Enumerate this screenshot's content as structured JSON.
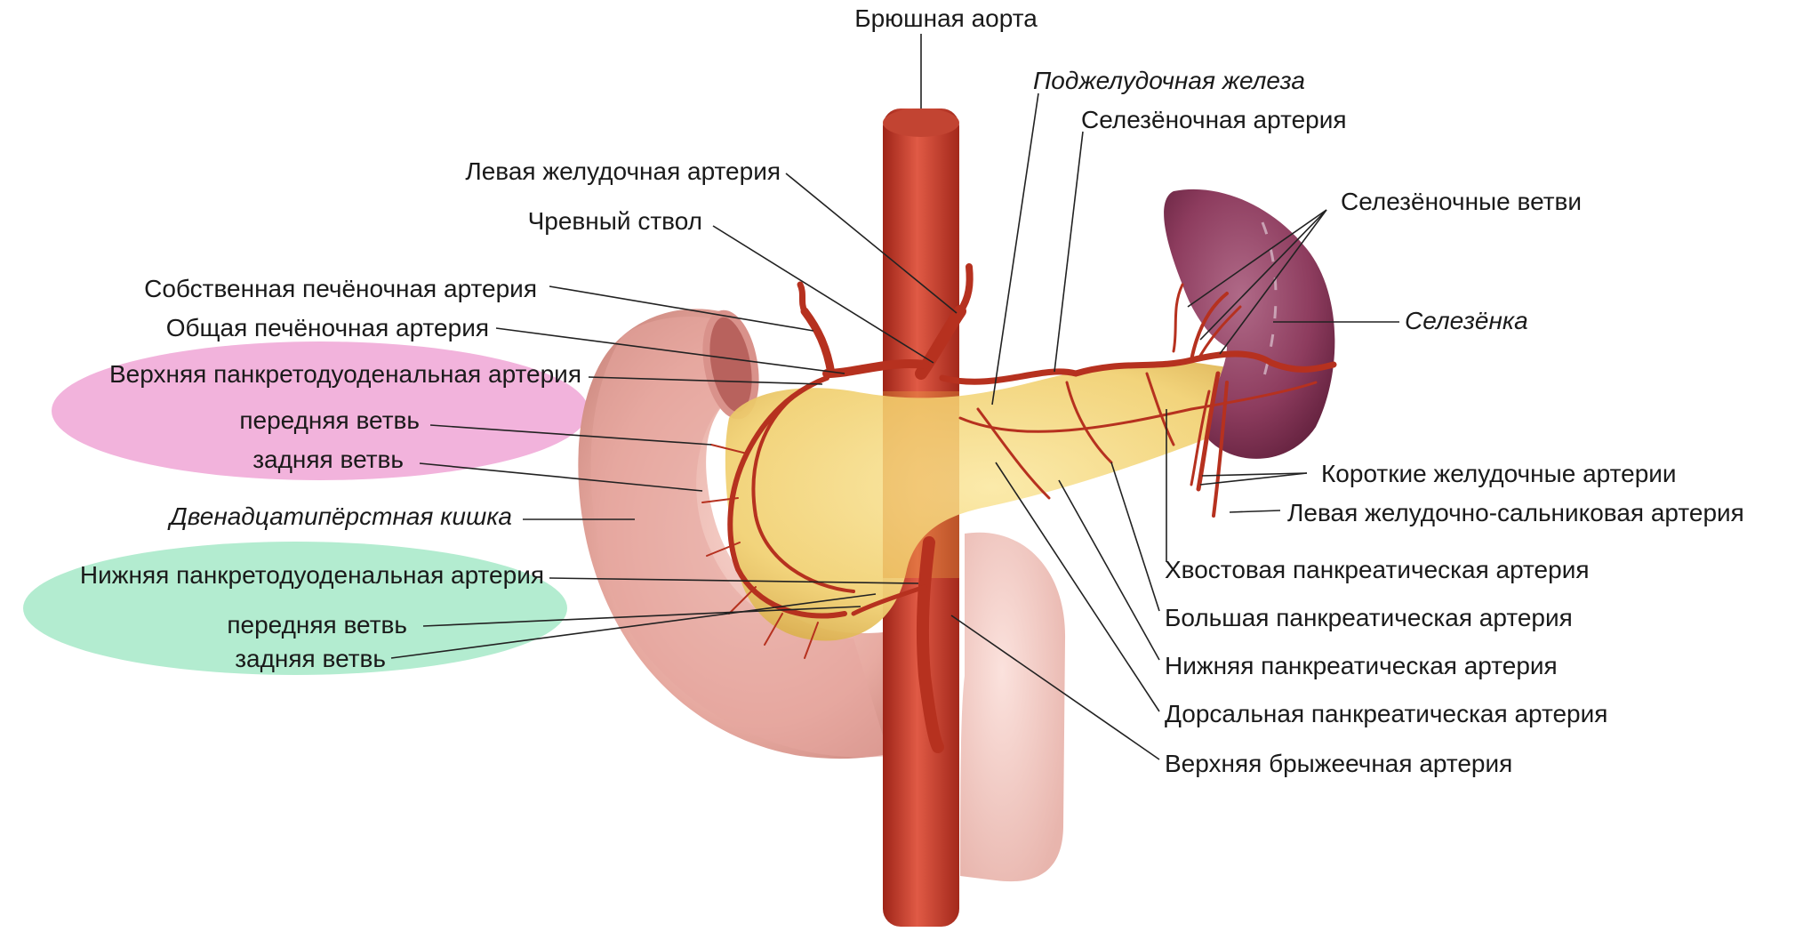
{
  "labels": {
    "abdominal_aorta": "Брюшная аорта",
    "pancreas": "Поджелудочная железа",
    "splenic_artery": "Селезёночная артерия",
    "left_gastric_artery": "Левая желудочная артерия",
    "celiac_trunk": "Чревный ствол",
    "splenic_branches": "Селезёночные ветви",
    "proper_hepatic_artery": "Собственная печёночная артерия",
    "common_hepatic_artery": "Общая печёночная артерия",
    "spleen": "Селезёнка",
    "superior_pd_artery": "Верхняя панкретодуоденальная артерия",
    "sup_anterior_branch": "передняя ветвь",
    "sup_posterior_branch": "задняя ветвь",
    "short_gastric_arteries": "Короткие желудочные артерии",
    "left_gastroepiploic_artery": "Левая желудочно-сальниковая артерия",
    "duodenum": "Двенадцатипёрстная кишка",
    "caudal_pancreatic_artery": "Хвостовая панкреатическая артерия",
    "inferior_pd_artery": "Нижняя панкретодуоденальная артерия",
    "great_pancreatic_artery": "Большая панкреатическая артерия",
    "inf_anterior_branch": "передняя ветвь",
    "inf_posterior_branch": "задняя ветвь",
    "inferior_pancreatic_artery": "Нижняя панкреатическая артерия",
    "dorsal_pancreatic_artery": "Дорсальная панкреатическая артерия",
    "superior_mesenteric_artery": "Верхняя брыжеечная артерия"
  },
  "colors": {
    "artery": "#c0392b",
    "aorta": "#c8432f",
    "pancreas": "#f3d77a",
    "duodenum": "#e8b0a8",
    "spleen": "#8e3a5c",
    "superior_group_highlight": "#f2b3dc",
    "inferior_group_highlight": "#b3ecd0"
  }
}
